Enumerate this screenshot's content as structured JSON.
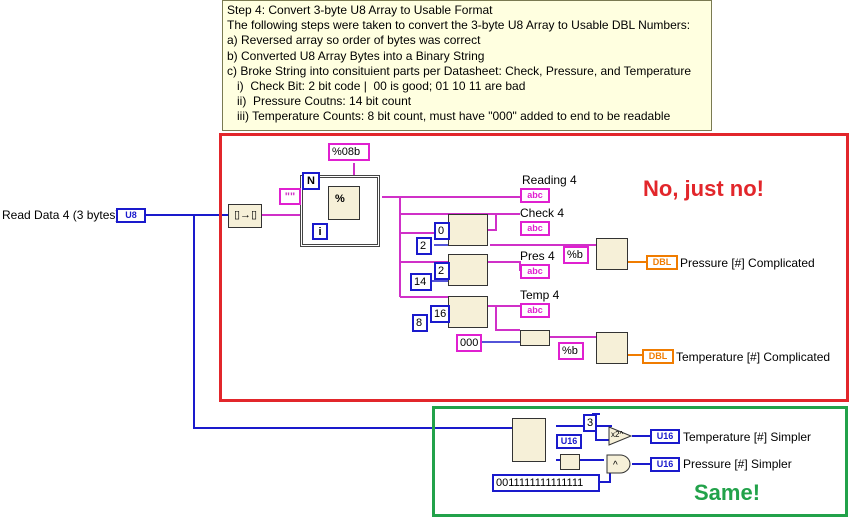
{
  "comment": {
    "lines": [
      "Step 4: Convert 3-byte U8 Array to Usable Format",
      "The following steps were taken to convert the 3-byte U8 Array to Usable DBL Numbers:",
      "a) Reversed array so order of bytes was correct",
      "b) Converted U8 Array Bytes into a Binary String",
      "c) Broke String into consituient parts per Datasheet: Check, Pressure, and Temperature",
      "   i)  Check Bit: 2 bit code |  00 is good; 01 10 11 are bad",
      "   ii)  Pressure Coutns: 14 bit count",
      "   iii) Temperature Counts: 8 bit count, must have \"000\" added to end to be readable"
    ]
  },
  "input": {
    "label": "Read Data 4 (3 bytes)",
    "type": "U8"
  },
  "red_section": {
    "verdict": "No, just no!",
    "format_const": "%08b",
    "loop_n": "N",
    "loop_i": "i",
    "empty_string": "\"\"",
    "consts": {
      "c0": "0",
      "c2a": "2",
      "c2b": "2",
      "c14": "14",
      "c16": "16",
      "c8": "8",
      "c000": "000"
    },
    "format_b1": "%b",
    "format_b2": "%b",
    "indicators": {
      "reading": "Reading 4",
      "check": "Check 4",
      "pres": "Pres 4",
      "temp": "Temp 4",
      "pressure_complicated": "Pressure [#] Complicated",
      "temperature_complicated": "Temperature [#] Complicated"
    },
    "type_abc": "abc",
    "type_dbl": "DBL"
  },
  "green_section": {
    "verdict": "Same!",
    "const_3": "3",
    "type_u16": "U16",
    "shift_label": "x2^",
    "binary_const": "0011111111111111",
    "temperature_simpler": "Temperature [#] Simpler",
    "pressure_simpler": "Pressure [#] Simpler"
  }
}
